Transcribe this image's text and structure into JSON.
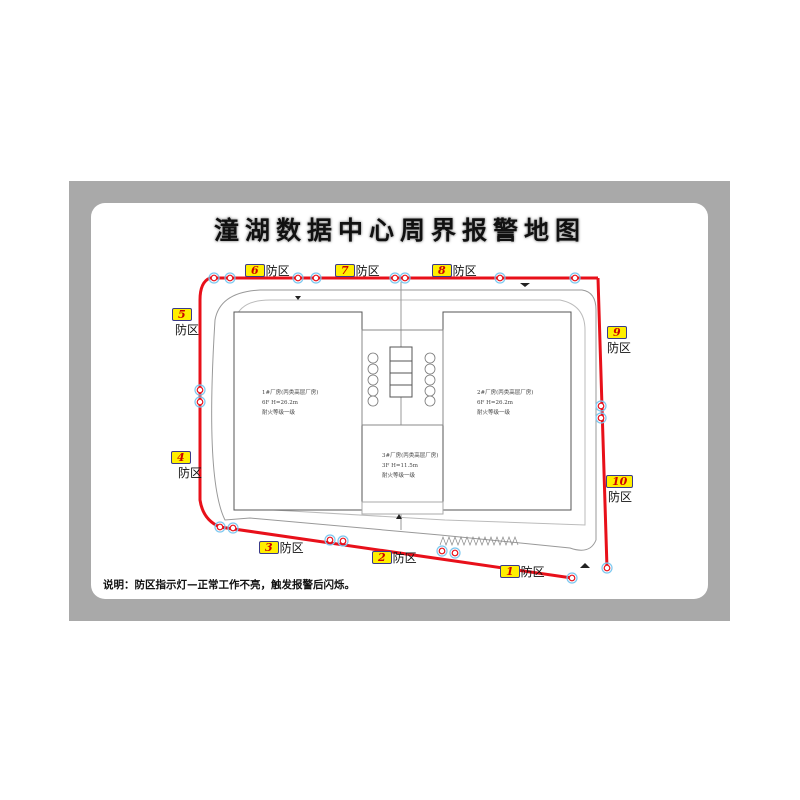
{
  "title": "潼湖数据中心周界报警地图",
  "zones": [
    {
      "num": "1",
      "label": "防区"
    },
    {
      "num": "2",
      "label": "防区"
    },
    {
      "num": "3",
      "label": "防区"
    },
    {
      "num": "4",
      "label": "防区"
    },
    {
      "num": "5",
      "label": "防区"
    },
    {
      "num": "6",
      "label": "防区"
    },
    {
      "num": "7",
      "label": "防区"
    },
    {
      "num": "8",
      "label": "防区"
    },
    {
      "num": "9",
      "label": "防区"
    },
    {
      "num": "10",
      "label": "防区"
    }
  ],
  "buildings": {
    "left": [
      "1#厂房(丙类高层厂房)",
      "6F  H=26.2m",
      "耐火等级一级"
    ],
    "right": [
      "2#厂房(丙类高层厂房)",
      "6F  H=26.2m",
      "耐火等级一级"
    ],
    "middle": [
      "3#厂房(丙类高层厂房)",
      "3F  H=11.5m",
      "耐火等级一级"
    ]
  },
  "note": "说明：防区指示灯—正常工作不亮，触发报警后闪烁。",
  "colors": {
    "perimeter": "#e8101a",
    "badge": "#ffef00",
    "node_ring": "#7cc8f0"
  }
}
